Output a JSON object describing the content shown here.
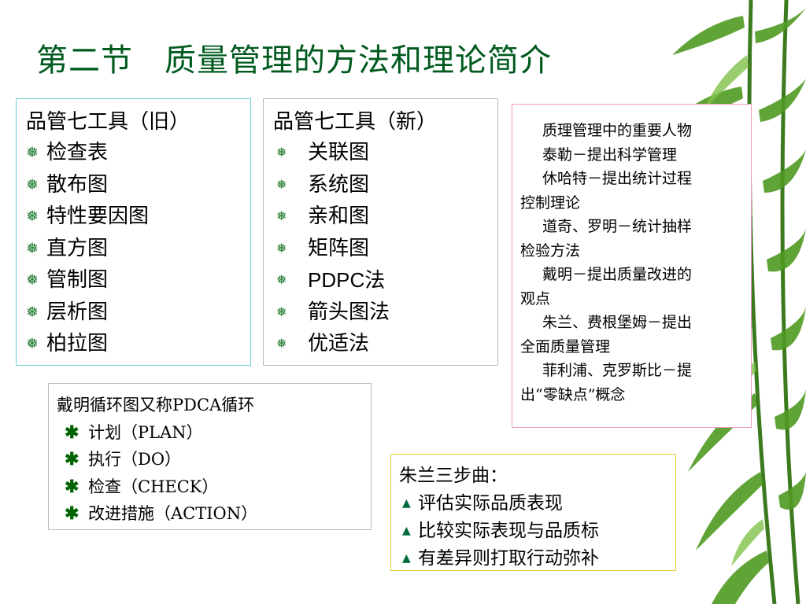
{
  "title": {
    "part1": "第二节",
    "part2": "质量管理的方法和理论简介"
  },
  "old_tools": {
    "heading": "品管七工具（旧）",
    "items": [
      "检查表",
      "散布图",
      "特性要因图",
      "直方图",
      "管制图",
      "层析图",
      "柏拉图"
    ]
  },
  "new_tools": {
    "heading": "品管七工具（新）",
    "items": [
      "关联图",
      "系统图",
      "亲和图",
      "矩阵图",
      "PDPC法",
      "箭头图法",
      "优适法"
    ]
  },
  "people": {
    "lines": [
      "质理管理中的重要人物",
      "泰勒－提出科学管理",
      "休哈特－提出统计过程",
      "控制理论",
      "道奇、罗明－统计抽样",
      "检验方法",
      "戴明－提出质量改进的",
      "观点",
      "朱兰、费根堡姆－提出",
      "全面质量管理",
      "菲利浦、克罗斯比－提",
      "出“零缺点”概念"
    ]
  },
  "pdca": {
    "heading": "戴明循环图又称PDCA循环",
    "items": [
      "计划（PLAN）",
      "执行（DO）",
      "检查（CHECK）",
      "改进措施（ACTION）"
    ]
  },
  "juran": {
    "heading": "朱兰三步曲：",
    "items": [
      "评估实际品质表现",
      "比较实际表现与品质标",
      "有差异则打取行动弥补"
    ]
  },
  "colors": {
    "title": "#005a1e",
    "bullet": "#1e7a2e",
    "old_border": "#6ad0e0",
    "people_border": "#ee9ac0",
    "juran_border": "#e2cc3a"
  }
}
